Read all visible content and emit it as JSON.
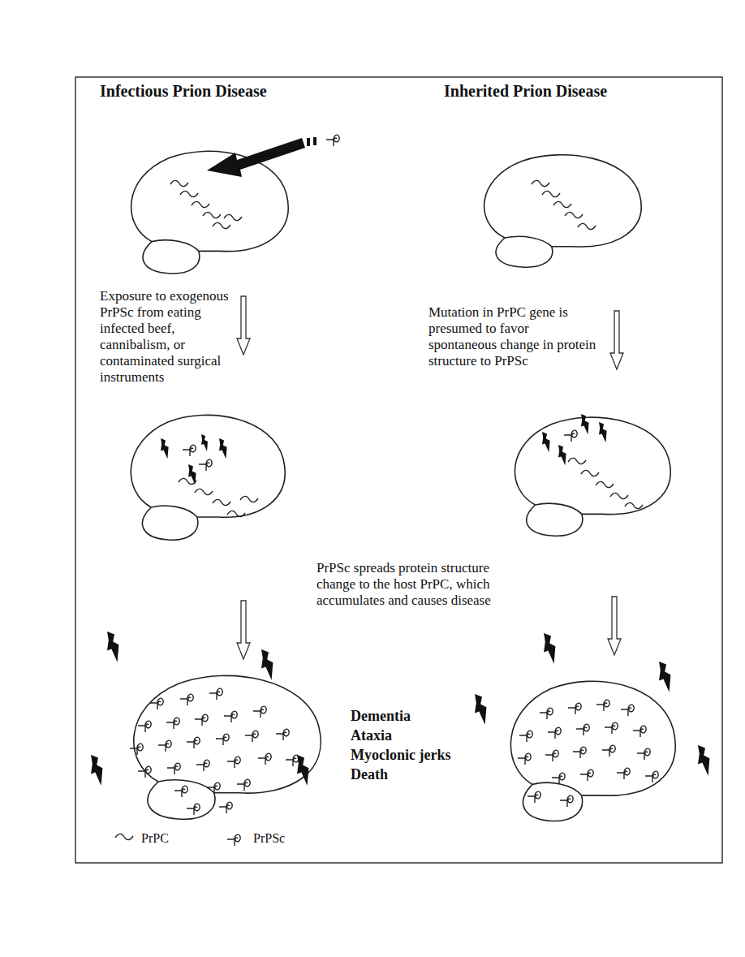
{
  "diagram": {
    "labels": [
      "Infectious Prion Disease",
      "Inherited Prion Disease",
      "Exposure to exogenous PrPSc from eating infected beef, cannibalism, or contaminated surgical instruments",
      "Mutation in PrPC gene is presumed to favor spontaneous change in protein structure to PrPSc",
      "PrPSc spreads protein structure change to the host PrPC, which accumulates and causes disease",
      "Dementia",
      "Ataxia",
      "Myoclonic jerks",
      "Death"
    ],
    "legend": [
      {
        "text": "PrPC"
      },
      {
        "text": "PrPSc"
      }
    ]
  }
}
